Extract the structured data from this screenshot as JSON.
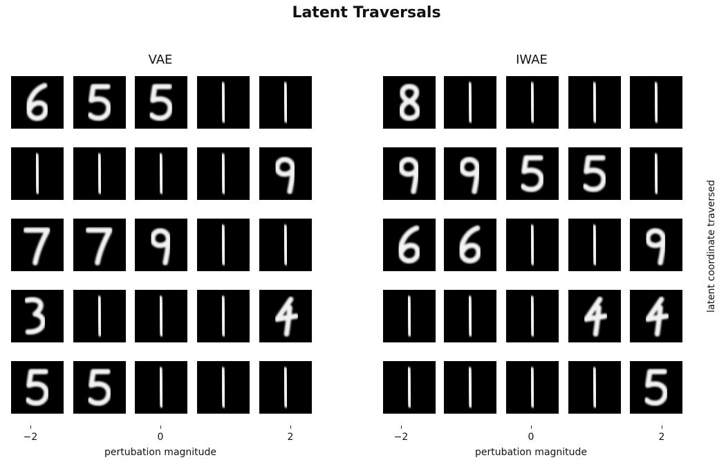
{
  "title": "Latent Traversals",
  "ylabel": "latent coordinate traversed",
  "chart_data": [
    {
      "type": "image_grid",
      "title": "VAE",
      "xlabel": "pertubation magnitude",
      "x_ticks": [
        -2,
        0,
        2
      ],
      "x_tick_labels": [
        "−2",
        "0",
        "2"
      ],
      "perturbations": [
        -2,
        -1,
        0,
        1,
        2
      ],
      "digits": [
        [
          "6",
          "5",
          "5",
          "1",
          "1"
        ],
        [
          "1",
          "1",
          "1",
          "1",
          "9"
        ],
        [
          "7",
          "7",
          "9",
          "1",
          "1"
        ],
        [
          "3",
          "1",
          "1",
          "1",
          "4"
        ],
        [
          "5",
          "5",
          "1",
          "1",
          "1"
        ]
      ]
    },
    {
      "type": "image_grid",
      "title": "IWAE",
      "xlabel": "pertubation magnitude",
      "x_ticks": [
        -2,
        0,
        2
      ],
      "x_tick_labels": [
        "−2",
        "0",
        "2"
      ],
      "perturbations": [
        -2,
        -1,
        0,
        1,
        2
      ],
      "digits": [
        [
          "8",
          "1",
          "1",
          "1",
          "1"
        ],
        [
          "9",
          "9",
          "5",
          "5",
          "1"
        ],
        [
          "6",
          "6",
          "1",
          "1",
          "9"
        ],
        [
          "1",
          "1",
          "1",
          "4",
          "4"
        ],
        [
          "1",
          "1",
          "1",
          "1",
          "5"
        ]
      ]
    }
  ]
}
